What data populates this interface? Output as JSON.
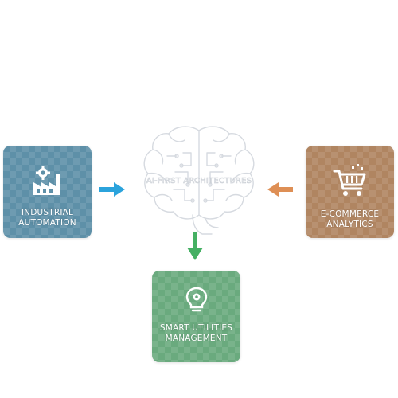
{
  "center": {
    "title": "AI-FIRST ARCHITECTURES",
    "icon": "brain-circuit-icon"
  },
  "cards": {
    "industrial": {
      "line1": "INDUSTRIAL",
      "line2": "AUTOMATION",
      "icon": "factory-gear-icon",
      "color": "#5e90a8"
    },
    "ecommerce": {
      "line1": "E-COMMERCE",
      "line2": "ANALYTICS",
      "icon": "shopping-cart-icon",
      "color": "#b08561"
    },
    "utilities": {
      "line1": "SMART UTILITIES",
      "line2": "MANAGEMENT",
      "icon": "lightbulb-icon",
      "color": "#6aaa7e"
    }
  },
  "arrows": {
    "left_color": "#2ba3dc",
    "right_color": "#de8f55",
    "down_color": "#45b063"
  }
}
